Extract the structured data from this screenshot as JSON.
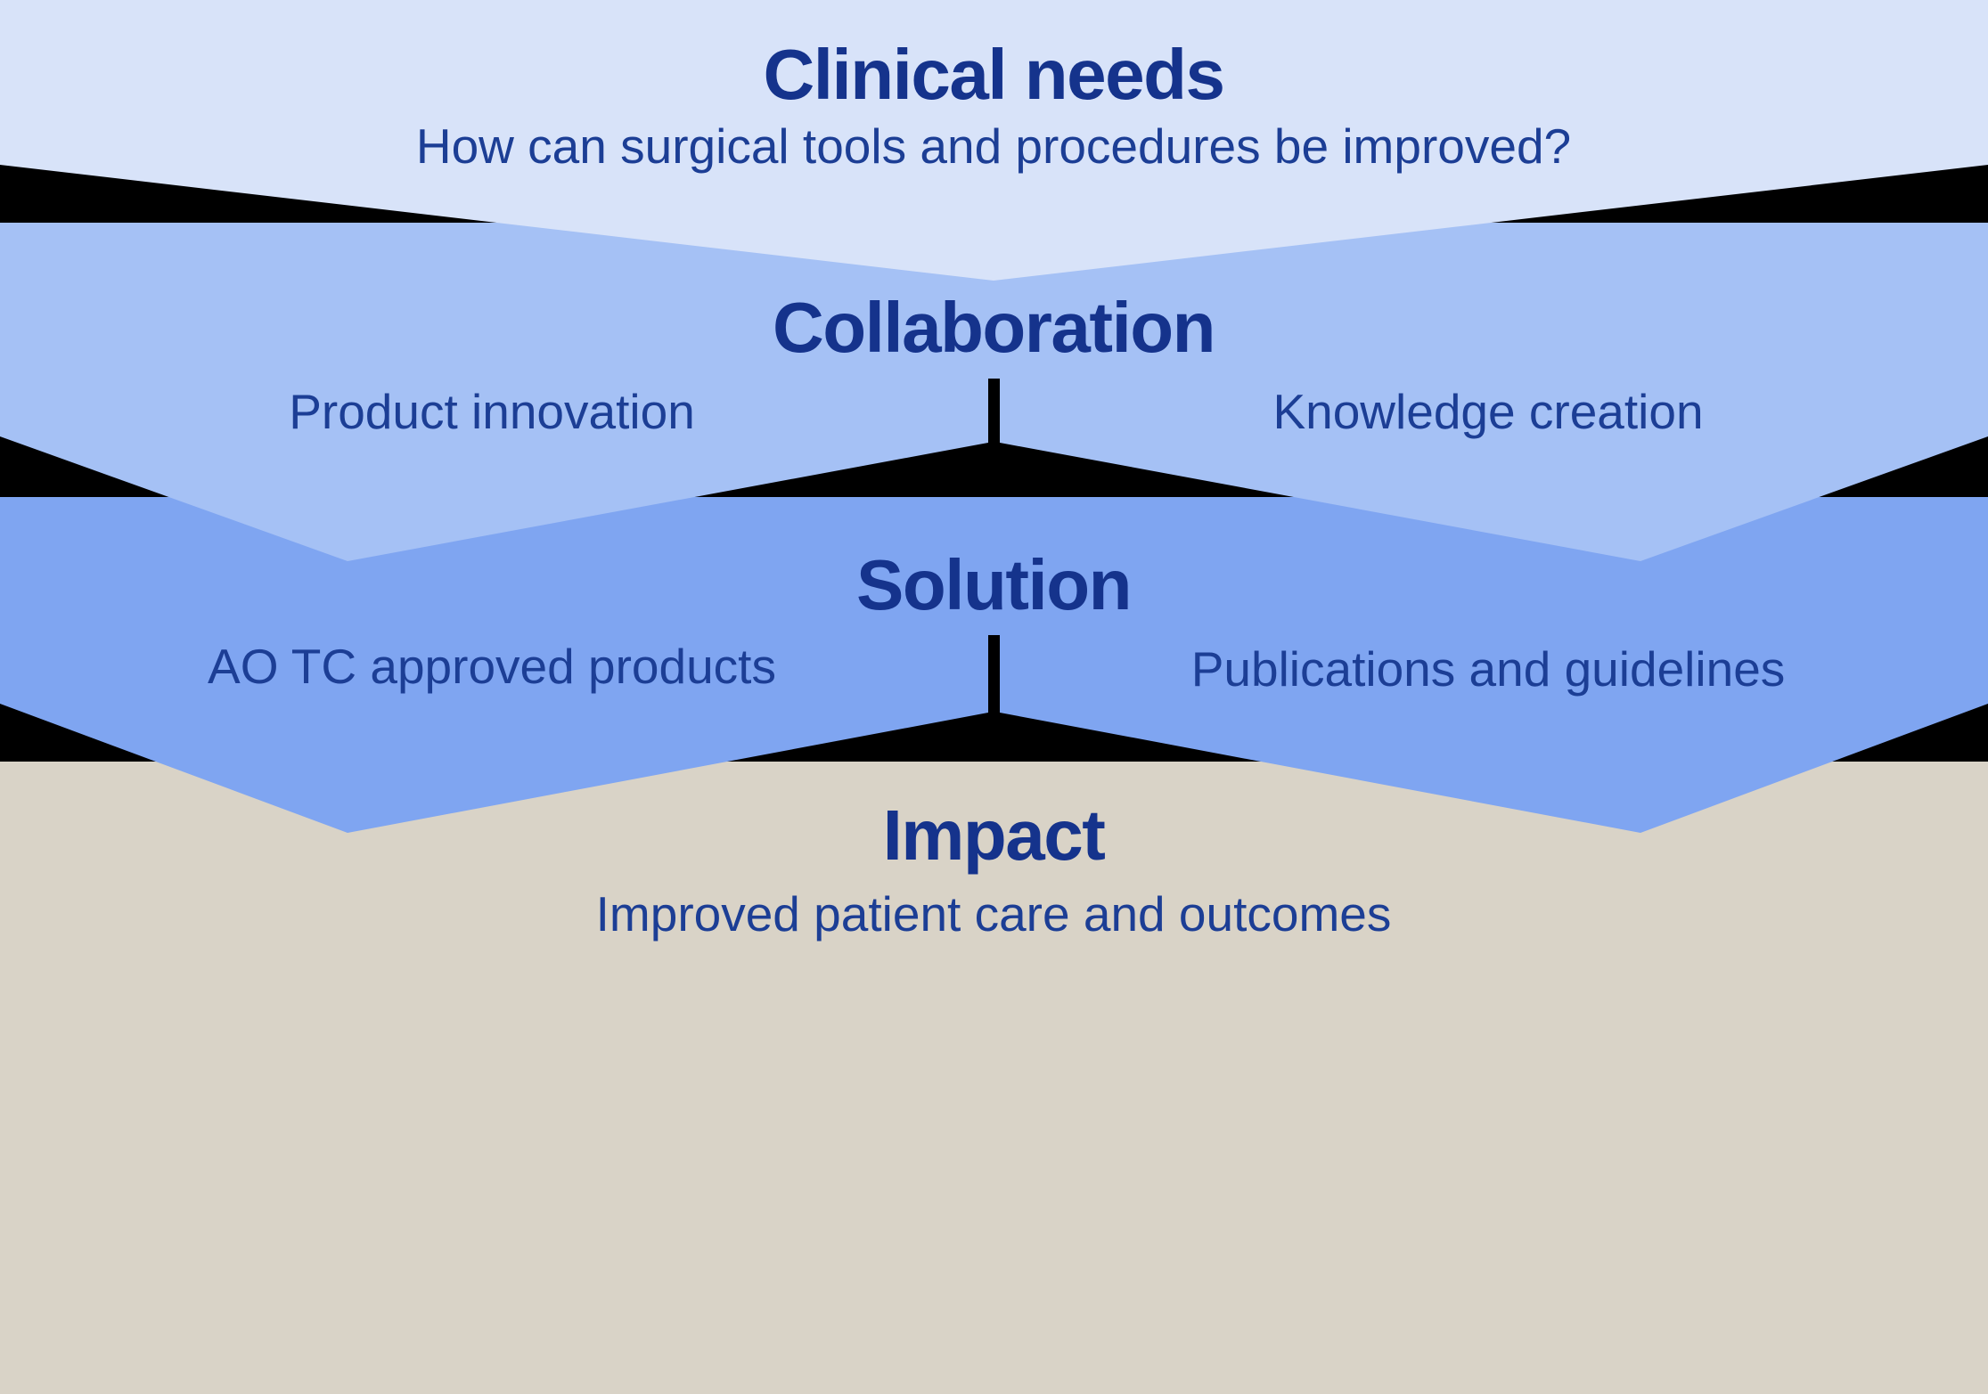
{
  "colors": {
    "background": "#000000",
    "stage1_fill": "#d8e3f9",
    "stage2_fill": "#a5c1f5",
    "stage3_fill": "#7fa5f1",
    "stage4_fill": "#d9d3c7",
    "title_text": "#15338c",
    "label_text": "#1c3e95",
    "divider": "#000000"
  },
  "stages": [
    {
      "title": "Clinical needs",
      "subtitle": "How can surgical tools and procedures be improved?"
    },
    {
      "title": "Collaboration",
      "left_label": "Product innovation",
      "right_label": "Knowledge creation"
    },
    {
      "title": "Solution",
      "left_label": "AO TC approved products",
      "right_label": "Publications and guidelines"
    },
    {
      "title": "Impact",
      "subtitle": "Improved patient care and outcomes"
    }
  ]
}
